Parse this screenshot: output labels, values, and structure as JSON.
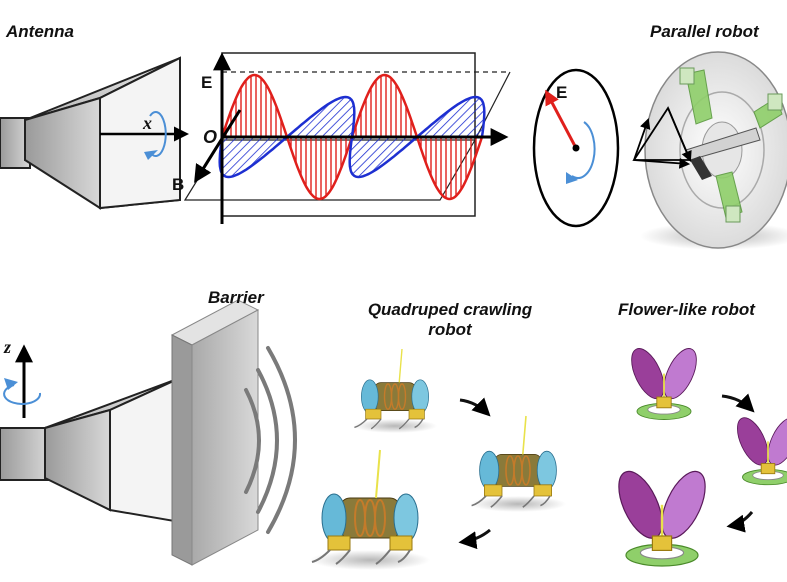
{
  "labels": {
    "antenna": "Antenna",
    "parallel_robot": "Parallel robot",
    "barrier": "Barrier",
    "quadruped_line1": "Quadruped crawling",
    "quadruped_line2": "robot",
    "flower_robot": "Flower-like robot"
  },
  "wave_axes": {
    "e": "E",
    "b": "B",
    "origin": "O"
  },
  "polarization": {
    "e": "E"
  },
  "antenna_axis": {
    "x": "x",
    "z": "z"
  },
  "colors": {
    "electric_wave": "#e0201c",
    "magnetic_wave": "#1d2fd1",
    "rotation_arrow": "#4b8fd6",
    "e_vector": "#e0201c",
    "barrier": "#bfbfbf",
    "robot_green": "#8fcf6a",
    "robot_petal": "#9a3f9a",
    "robot_gold": "#e4c23a",
    "robot_blue": "#66b9d8"
  }
}
